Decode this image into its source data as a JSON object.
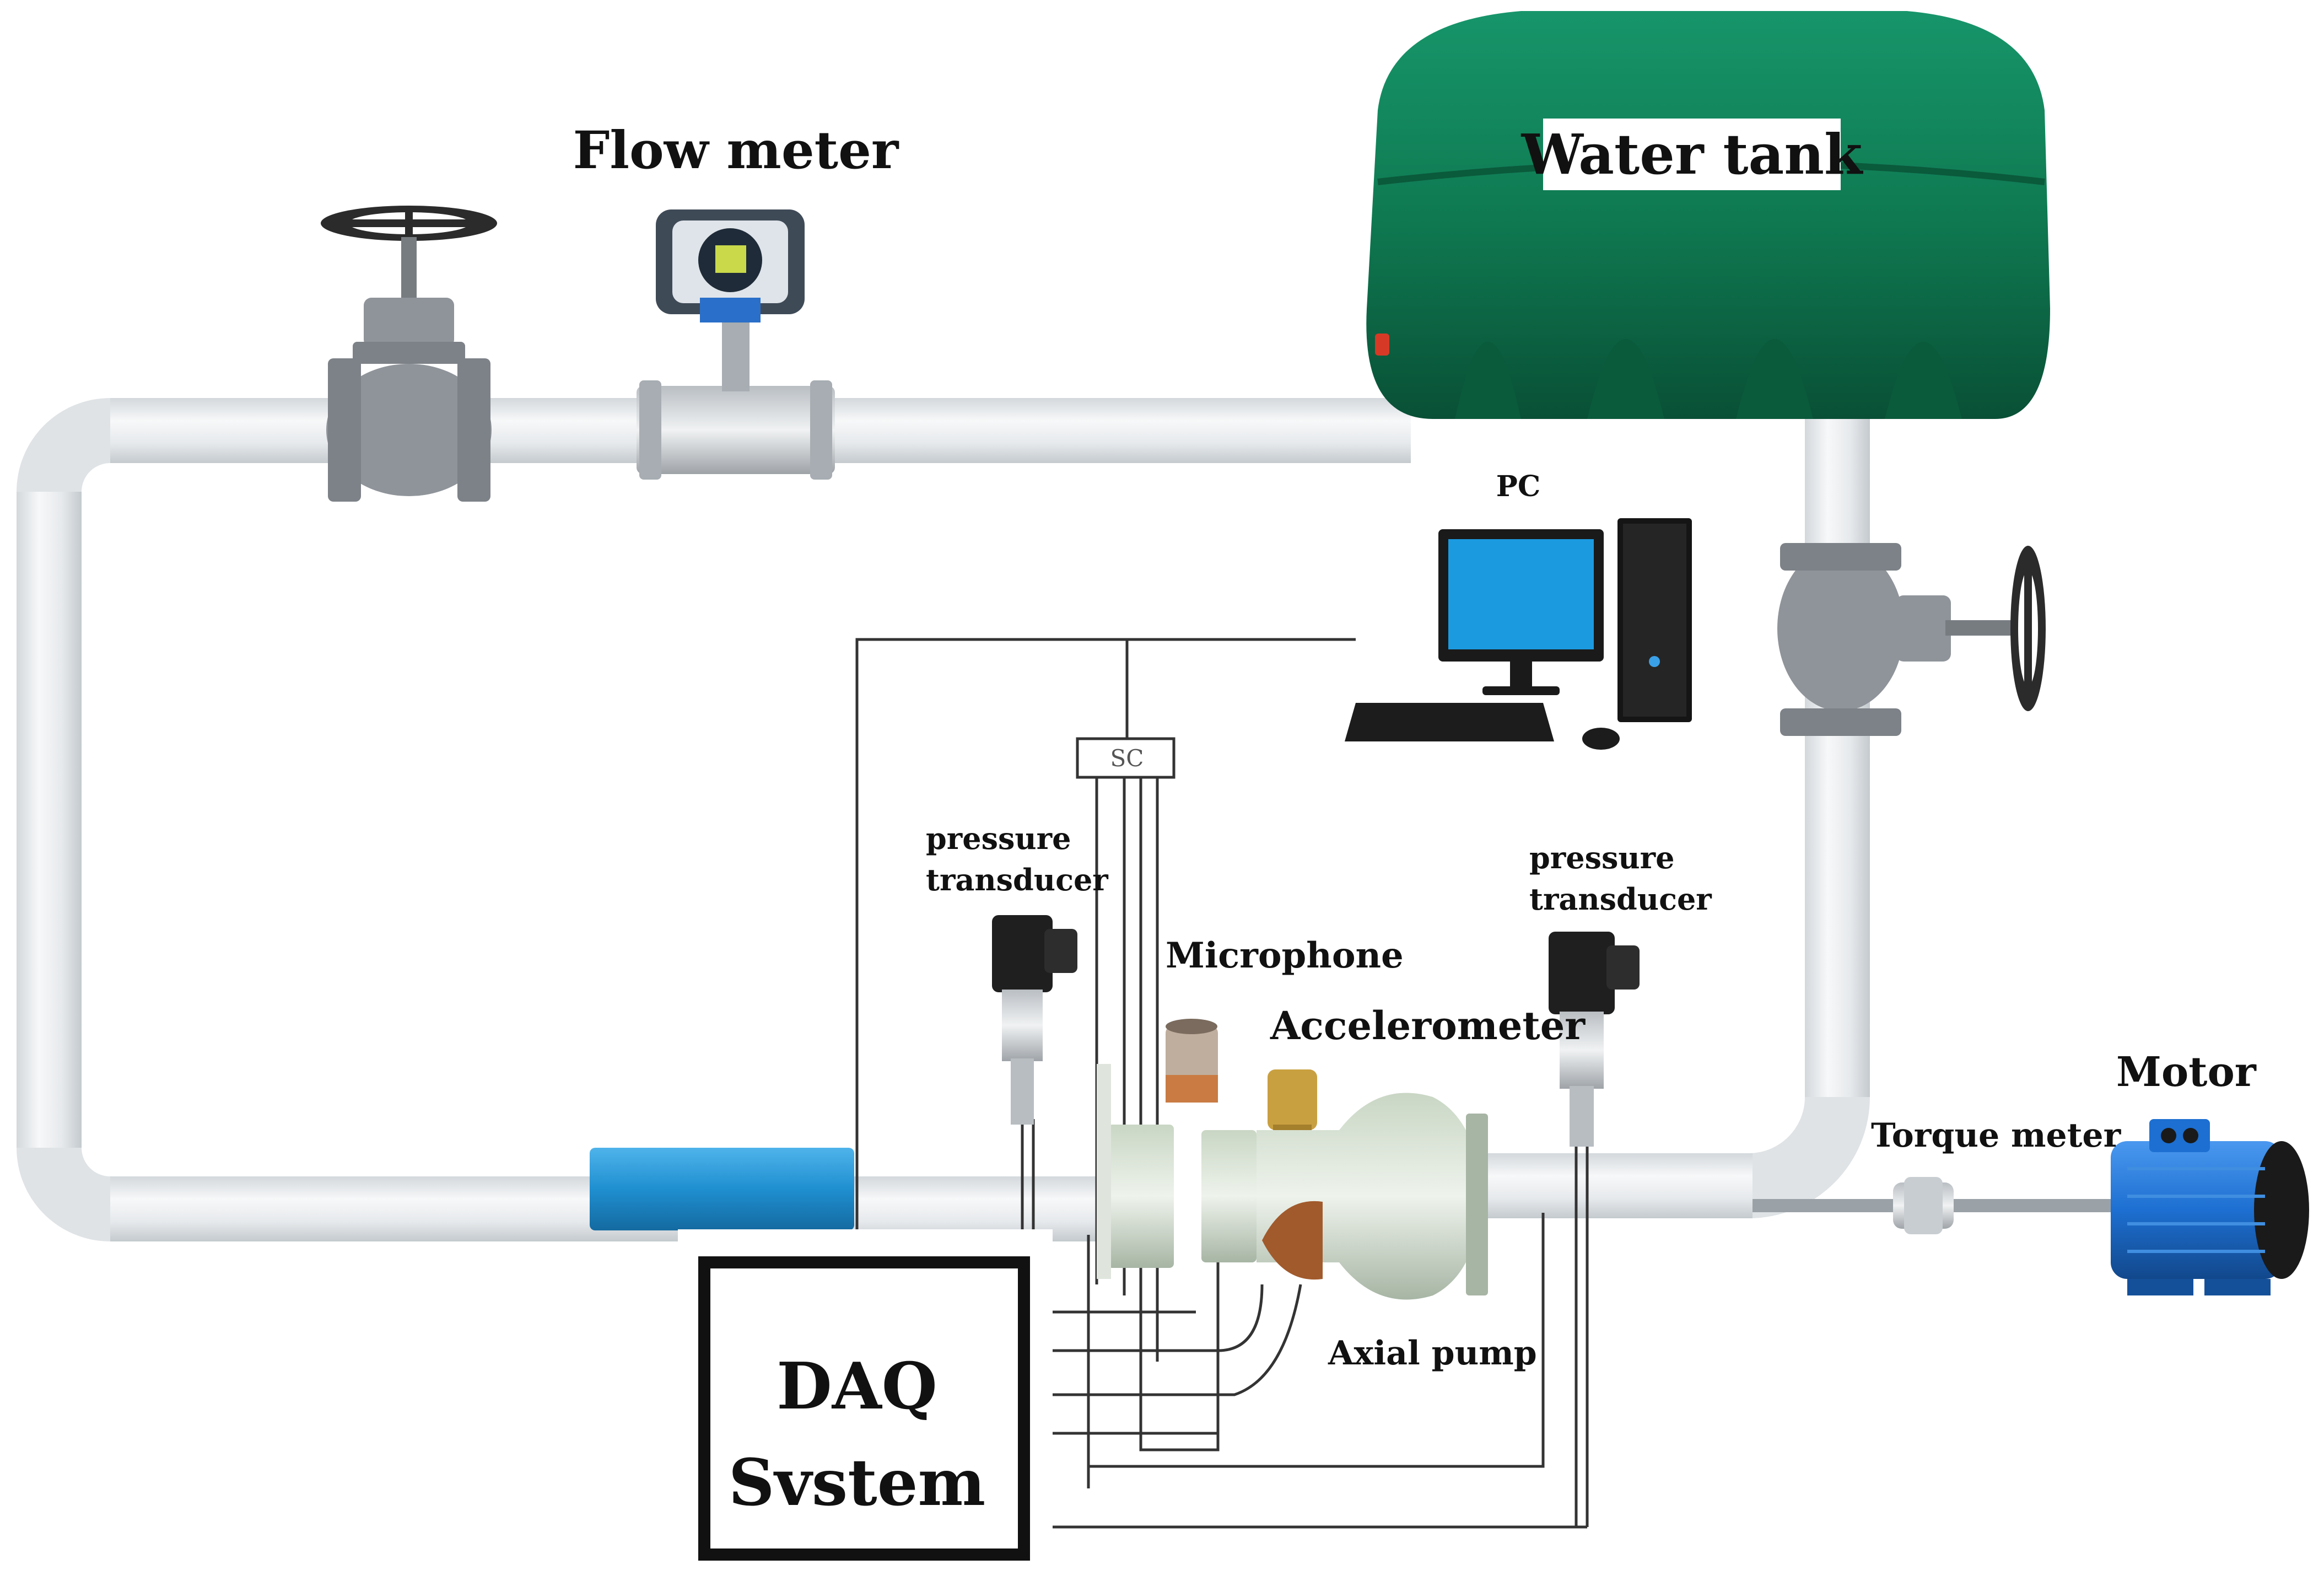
{
  "labels": {
    "flow_meter": "Flow meter",
    "water_tank": "Water tank",
    "pc": "PC",
    "sc": "SC",
    "pressure_left_1": "pressure",
    "pressure_left_2": "transducer",
    "pressure_right_1": "pressure",
    "pressure_right_2": "transducer",
    "microphone": "Microphone",
    "accelerometer": "Accelerometer",
    "motor": "Motor",
    "torque_meter": "Torque meter",
    "axial_pump": "Axial pump",
    "daq_line1": "DAQ",
    "daq_line2": "Svstem"
  },
  "colors": {
    "pipe": "#e9ecef",
    "pipe_shade": "#c9cfd4",
    "tank": "#0f7a52",
    "tank_dark": "#0a5a3c",
    "valve": "#8f949a",
    "blue_section": "#1f8fd0",
    "motor": "#1d6fd1",
    "wire": "#333333"
  },
  "icons": [
    "globe-valve-icon",
    "flow-meter-icon",
    "water-tank-icon",
    "pc-icon",
    "pressure-transducer-icon",
    "microphone-icon",
    "accelerometer-icon",
    "axial-pump-icon",
    "torque-meter-icon",
    "motor-icon"
  ]
}
